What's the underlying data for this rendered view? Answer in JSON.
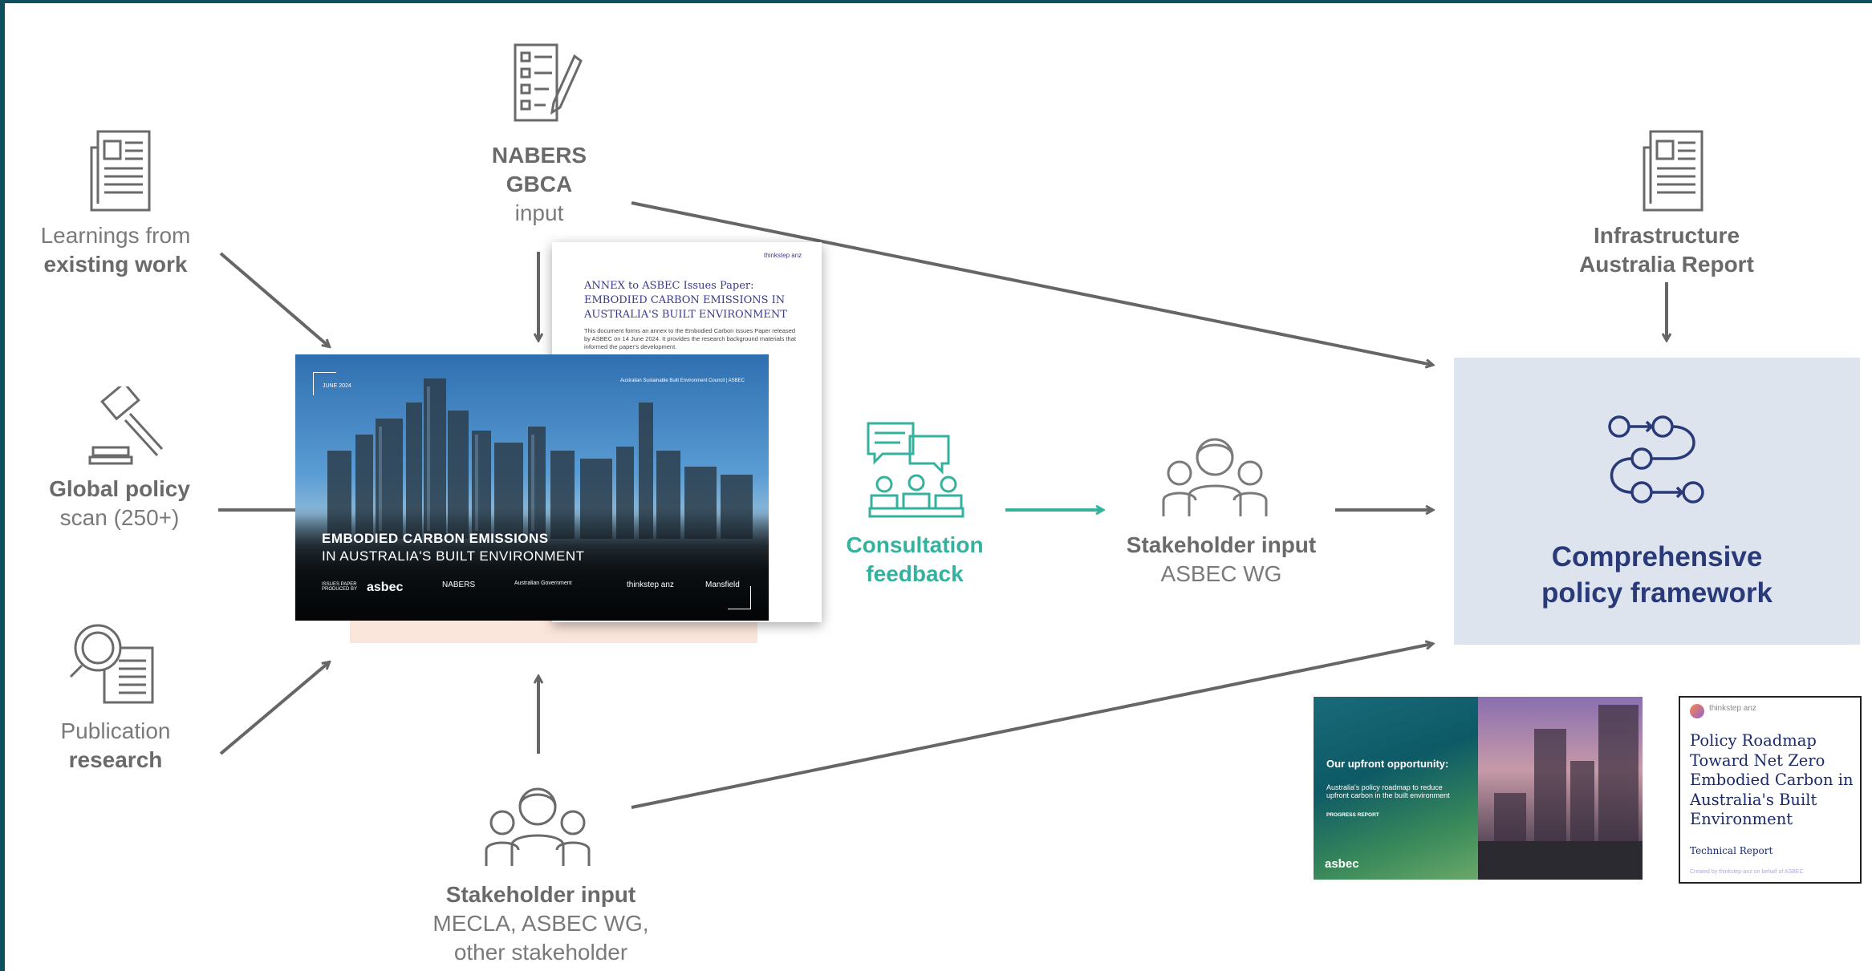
{
  "nodes": {
    "learnings": {
      "line1": "Learnings from",
      "line2": "existing work"
    },
    "global": {
      "line1": "Global policy",
      "line2": "scan (250+)"
    },
    "publication": {
      "line1": "Publication",
      "line2": "research"
    },
    "nabers": {
      "line1": "NABERS",
      "line2": "GBCA",
      "line3": "input"
    },
    "consultation": {
      "line1": "Consultation",
      "line2": "feedback"
    },
    "stakeholder_wg": {
      "line1": "Stakeholder input",
      "line2": "ASBEC WG"
    },
    "stakeholder_mecla": {
      "line1": "Stakeholder input",
      "line2": "MECLA, ASBEC WG,",
      "line3": "other stakeholder"
    },
    "infrastructure": {
      "line1": "Infrastructure",
      "line2": "Australia Report"
    },
    "framework": {
      "line1": "Comprehensive",
      "line2": "policy framework"
    }
  },
  "annex_doc": {
    "brand": "thinkstep anz",
    "title": "ANNEX to ASBEC Issues Paper: EMBODIED CARBON EMISSIONS IN AUSTRALIA'S BUILT ENVIRONMENT",
    "body": "This document forms an annex to the Embodied Carbon Issues Paper released by ASBEC on 14 June 2024. It provides the research background materials that informed the paper's development."
  },
  "issues_paper": {
    "date": "JUNE 2024",
    "header": "Australian Sustainable Built Environment Council | ASBEC",
    "title_line1": "EMBODIED CARBON EMISSIONS",
    "title_line2": "IN AUSTRALIA'S BUILT ENVIRONMENT",
    "produced_by": "ISSUES PAPER PRODUCED BY",
    "logos": [
      "asbec",
      "NABERS",
      "Australian Government",
      "thinkstep anz",
      "Mansfield"
    ]
  },
  "progress_report": {
    "title": "Our upfront opportunity:",
    "subtitle": "Australia's policy roadmap to reduce upfront carbon in the built environment",
    "tag": "PROGRESS REPORT",
    "logo": "asbec"
  },
  "technical_report": {
    "brand": "thinkstep anz",
    "title": "Policy Roadmap Toward Net Zero Embodied Carbon in Australia's Built Environment",
    "subtitle": "Technical Report",
    "footer": "Created by thinkstep-anz on behalf of ASBEC"
  },
  "colors": {
    "grey_text": "#7a7a7a",
    "teal": "#35b29e",
    "navy": "#2a3a78",
    "framework_bg": "#dde4ee",
    "frame": "#0d4f5c"
  }
}
